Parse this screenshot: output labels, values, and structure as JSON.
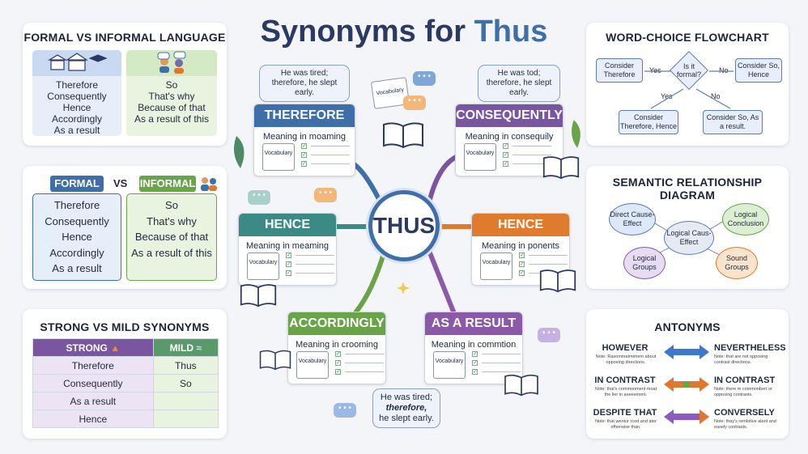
{
  "title": {
    "part1": "Synonyms for ",
    "part2": "Thus"
  },
  "colors": {
    "navy": "#2b3a63",
    "blue": "#3f6fa8",
    "purple": "#7a55a0",
    "teal": "#3c8a86",
    "orange": "#e07a2c",
    "green": "#6aa448",
    "violet": "#8a5aa8"
  },
  "formal_informal": {
    "title": "FORMAL VS INFORMAL LANGUAGE",
    "formal_icon": "institution-icon",
    "informal_icon": "chat-people-icon",
    "formal_words": [
      "Therefore",
      "Consequently",
      "Hence",
      "Accordingly",
      "As a result"
    ],
    "informal_words": [
      "So",
      "That's why",
      "Because of that",
      "As a result of this"
    ]
  },
  "formal_vs": {
    "formal_label": "FORMAL",
    "vs": "VS",
    "informal_label": "INFORMAL",
    "formal_words": [
      "Therefore",
      "Consequently",
      "Hence",
      "Accordingly",
      "As a result"
    ],
    "informal_words": [
      "So",
      "That's why",
      "Because of that",
      "As a result of this"
    ]
  },
  "strong_mild": {
    "title": "STRONG VS MILD SYNONYMS",
    "strong_label": "STRONG",
    "mild_label": "MILD",
    "strong_icon": "fire-icon",
    "mild_icon": "wind-icon",
    "strong": [
      "Therefore",
      "Consequently",
      "As a result",
      "Hence"
    ],
    "mild": [
      "Thus",
      "So",
      "",
      ""
    ]
  },
  "center": {
    "label": "THUS"
  },
  "cards": {
    "therefore": {
      "label": "THEREFORE",
      "meaning": "Meaning in moaming",
      "vocab": "Vocabulary"
    },
    "consequently": {
      "label": "CONSEQUENTLY",
      "meaning": "Meaning in consequily",
      "vocab": "Vocabulary"
    },
    "hence_left": {
      "label": "HENCE",
      "meaning": "Meaning in meaming",
      "vocab": "Vocabulary"
    },
    "hence_right": {
      "label": "HENCE",
      "meaning": "Meaning in ponents",
      "vocab": "Vocabulary"
    },
    "accordingly": {
      "label": "ACCORDINGLY",
      "meaning": "Meaning in crooming",
      "vocab": "Vocabulary"
    },
    "as_a_result": {
      "label": "AS A RESULT",
      "meaning": "Meaning in commtion",
      "vocab": "Vocabulary"
    }
  },
  "speech": {
    "top_left": "He was tired; therefore, he slept early.",
    "top_right": "He was tod; therefore, he slept early.",
    "bottom": {
      "a": "He was tired;",
      "b": "therefore,",
      "c": "he slept early."
    },
    "small_vocab": "Vocabulary",
    "dots": "• • •"
  },
  "flowchart": {
    "title": "WORD-CHOICE FLOWCHART",
    "consider_therefore": "Consider Therefore",
    "question": "Is it formal?",
    "consider_so_hence": "Consider So, Hence",
    "yes1": "Yes",
    "no1": "No",
    "yes2": "Yes",
    "no2": "No",
    "consider_therefore_hence": "Consider Therefore, Hence",
    "consider_so_as_result": "Consider So, As a result."
  },
  "semantic": {
    "title": "SEMANTIC RELATIONSHIP DIAGRAM",
    "direct": "Direct Cause-Effect",
    "logical_conclusion": "Logical Conclusion",
    "center": "Logical Caus-Effect",
    "groups": "Logical Groups",
    "sound": "Sound Groups"
  },
  "antonyms": {
    "title": "ANTONYMS",
    "rows": [
      {
        "left": "HOWEVER",
        "left_note": "Note: Rasommatmimem about opposing directions.",
        "right": "NEVERTHELESS",
        "right_note": "Note: that are not opposing contrast directions.",
        "color": "#3f78c8"
      },
      {
        "left": "IN CONTRAST",
        "left_note": "Note: that's commonment moat the lier in axeeement.",
        "right": "IN CONTRAST",
        "right_note": "Note: there m commonbert or opposing contrasts.",
        "color": "#e0772f"
      },
      {
        "left": "DESPITE THAT",
        "left_note": "Note: that wentur rced and ater ofherwise than.",
        "right": "CONVERSELY",
        "right_note": "Note: thay's remlotive alant and easely contrasts.",
        "color": "#8a5cc0"
      }
    ]
  }
}
